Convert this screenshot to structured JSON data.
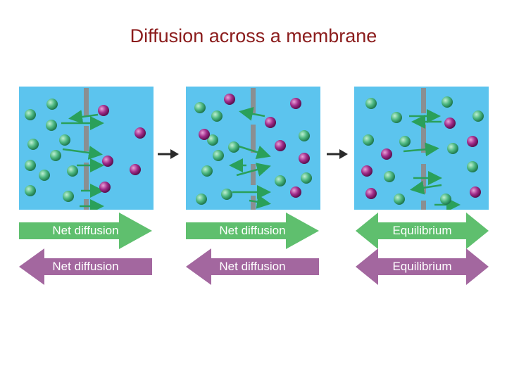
{
  "title": "Diffusion across a membrane",
  "colors": {
    "chamber": "#5cc4ee",
    "membrane": "#8a8f92",
    "green_molecule": "#4db882",
    "purple_molecule": "#a12c8a",
    "green_band": "#5fbf6e",
    "purple_band": "#a3679f",
    "step_arrow": "#2a2a2a"
  },
  "bands": {
    "green": [
      {
        "label": "Net diffusion",
        "direction": "right"
      },
      {
        "label": "Net diffusion",
        "direction": "right"
      },
      {
        "label": "Equilibrium",
        "direction": "both"
      }
    ],
    "purple": [
      {
        "label": "Net diffusion",
        "direction": "left"
      },
      {
        "label": "Net diffusion",
        "direction": "left"
      },
      {
        "label": "Equilibrium",
        "direction": "both"
      }
    ]
  }
}
